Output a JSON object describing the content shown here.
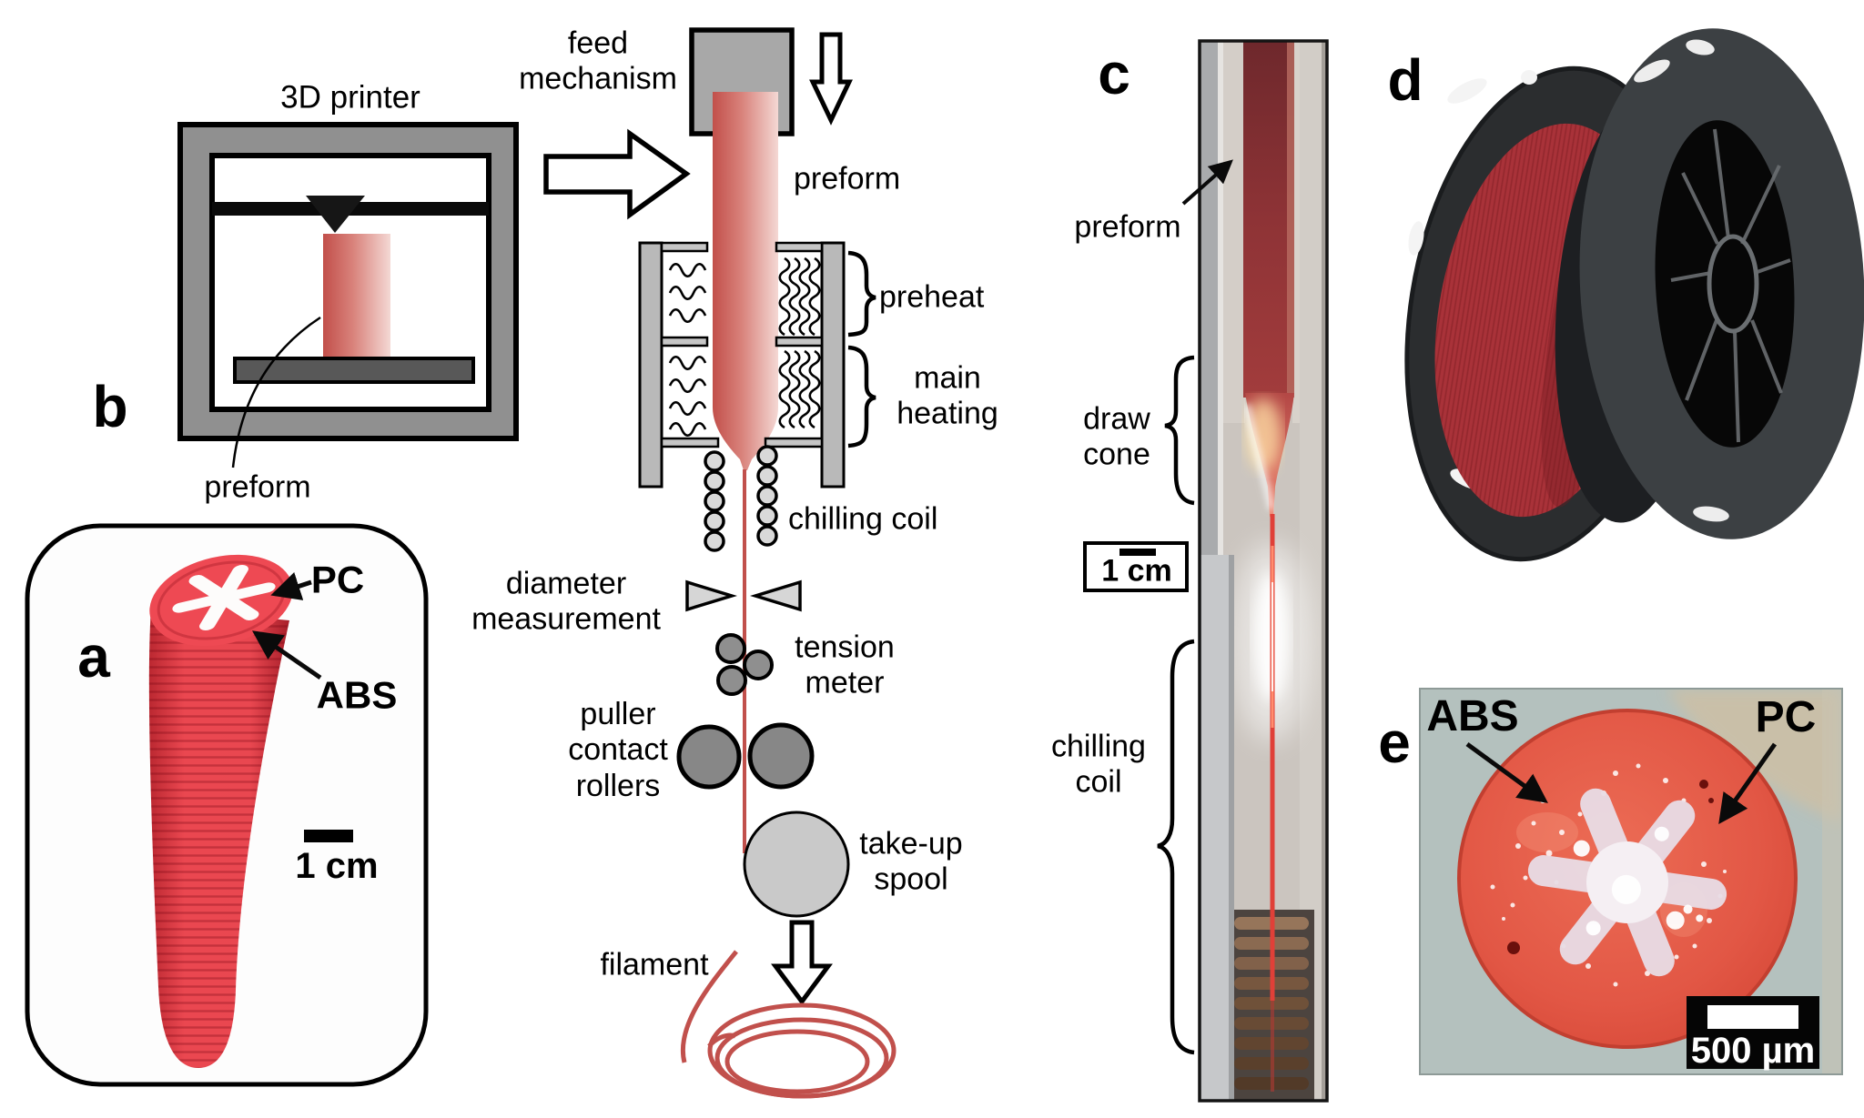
{
  "figure": {
    "panels": {
      "a": {
        "letter": "a",
        "pc": "PC",
        "abs": "ABS",
        "scale_bar": "1 cm"
      },
      "b": {
        "letter": "b",
        "title": "3D printer",
        "preform": "preform"
      },
      "c": {
        "letter": "c",
        "preform": "preform",
        "draw_cone": "draw\ncone",
        "scale_bar": "1 cm",
        "chilling_coil": "chilling\ncoil"
      },
      "d": {
        "letter": "d"
      },
      "e": {
        "letter": "e",
        "abs": "ABS",
        "pc": "PC",
        "scale_bar": "500 µm"
      }
    },
    "tower": {
      "feed_mechanism": "feed\nmechanism",
      "preform": "preform",
      "preheat": "preheat",
      "main_heating": "main\nheating",
      "chilling_coil": "chilling coil",
      "diameter_measurement": "diameter\nmeasurement",
      "tension_meter": "tension\nmeter",
      "puller_contact_rollers": "puller\ncontact\nrollers",
      "take_up_spool": "take-up\nspool",
      "filament": "filament"
    },
    "colors": {
      "filament_red": "#c1504c",
      "preform_red": "#c24f4a",
      "diagram_gray": "#909090",
      "photo_red": "#e23f48",
      "spool_dark": "#3c4043",
      "micrograph_bg": "#b4c1be"
    }
  }
}
